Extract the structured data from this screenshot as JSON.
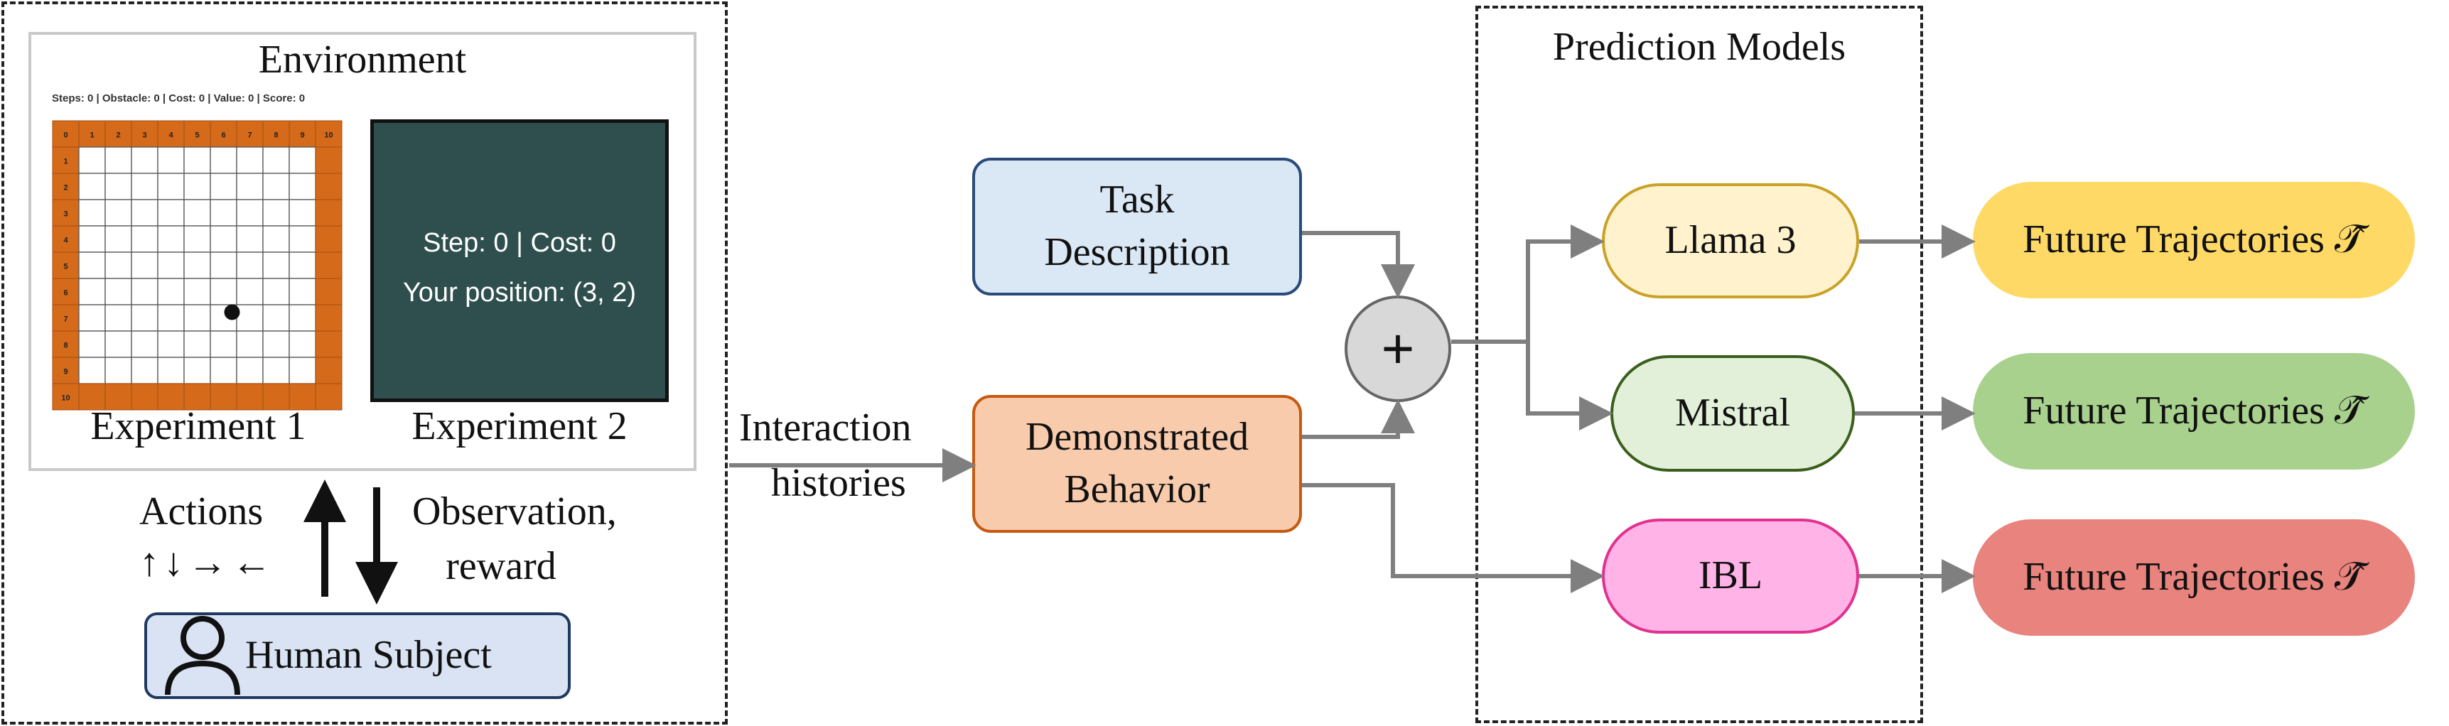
{
  "environment": {
    "title": "Environment",
    "status_text": "Steps: 0 | Obstacle: 0 | Cost: 0 | Value: 0 | Score: 0",
    "grid_size": 11,
    "agent_cell": {
      "col": 6,
      "row": 7
    },
    "experiment1_label": "Experiment 1",
    "experiment2_label": "Experiment 2",
    "screen_lines": [
      "Step: 0 | Cost: 0",
      "Your position: (3, 2)"
    ]
  },
  "human_loop": {
    "actions_label": "Actions",
    "arrows_text": "↑↓→←",
    "observation_lines": [
      "Observation,",
      "reward"
    ],
    "subject_label": "Human Subject"
  },
  "flow": {
    "interaction_lines": [
      "Interaction",
      "histories"
    ],
    "task_box_lines": [
      "Task",
      "Description"
    ],
    "behavior_box_lines": [
      "Demonstrated",
      "Behavior"
    ],
    "combine_symbol": "+"
  },
  "models_panel": {
    "title": "Prediction Models",
    "models": [
      {
        "name": "Llama 3",
        "fill": "#fff2cc",
        "border": "#c9a227",
        "output_fill": "#ffd966"
      },
      {
        "name": "Mistral",
        "fill": "#e2f0d9",
        "border": "#3a5e1c",
        "output_fill": "#a9d18e"
      },
      {
        "name": "IBL",
        "fill": "#ffb3e6",
        "border": "#e0328f",
        "output_fill": "#e8837e"
      }
    ],
    "output_label": "Future Trajectories 𝒯̂"
  },
  "colors": {
    "task_fill": "#dae8f6",
    "task_border": "#2a4a7a",
    "behavior_fill": "#f8cbad",
    "behavior_border": "#c55a11",
    "subject_fill": "#dae3f3",
    "subject_border": "#1f3a60",
    "grid_border": "#d46a1a",
    "screen_fill": "#2f4f4f",
    "connector": "#7f7f7f"
  }
}
